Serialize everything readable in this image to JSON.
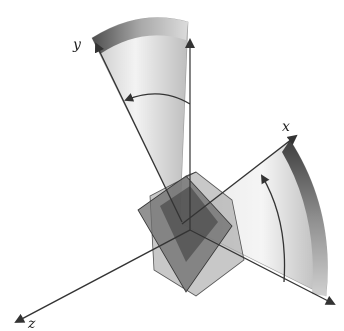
{
  "axes": {
    "x_label": "x",
    "y_label": "y",
    "z_label": "z"
  },
  "colors": {
    "line": "#333333",
    "sweep_light": "#f1f1f1",
    "sweep_dark": "#b7b7b7",
    "band_dark": "#555555",
    "box_gray": "#808080",
    "box_dark": "#4a4a4a"
  },
  "icons": {
    "rotation_arrows": "curved-arrow-icon",
    "axis_arrows": "arrowhead-icon"
  }
}
